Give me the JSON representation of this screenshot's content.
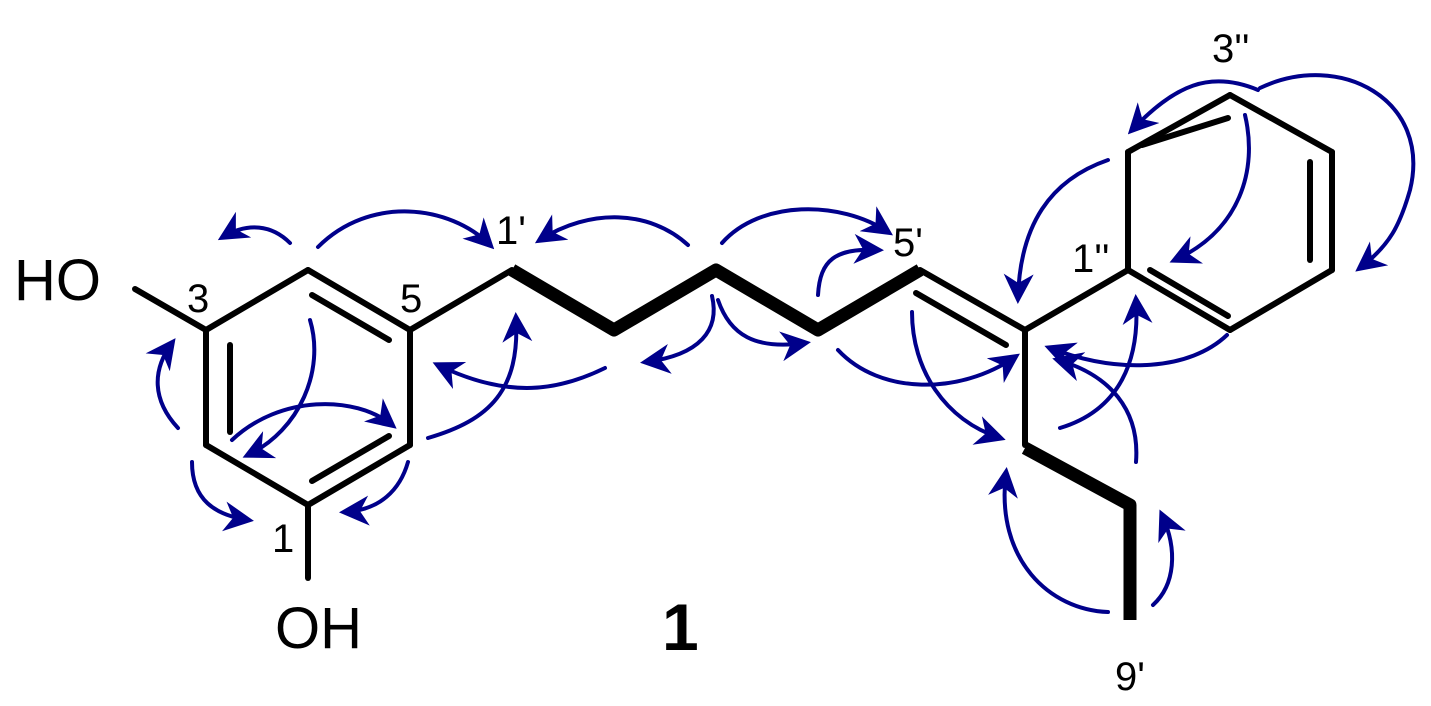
{
  "labels": {
    "ho": "HO",
    "oh": "OH",
    "c3": "3",
    "c5": "5",
    "c1": "1",
    "c1p": "1'",
    "c5p": "5'",
    "c9p": "9'",
    "c1pp": "1''",
    "c3pp": "3''",
    "compound": "1"
  },
  "colors": {
    "bond": "#000000",
    "correlation_arrow": "#00008b"
  }
}
